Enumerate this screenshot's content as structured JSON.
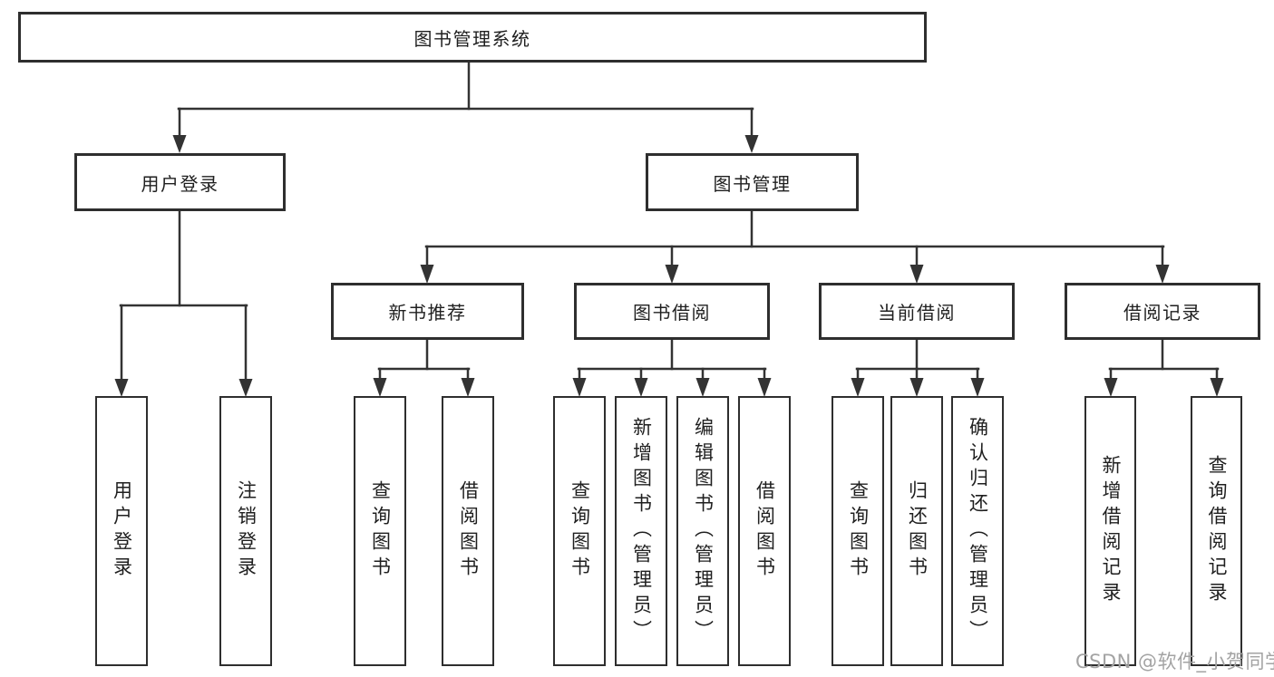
{
  "diagram_type": "hierarchy-tree",
  "nodes": {
    "root": "图书管理系统",
    "user_login": "用户登录",
    "book_management": "图书管理",
    "new_book_recommend": "新书推荐",
    "book_borrow": "图书借阅",
    "current_borrow": "当前借阅",
    "borrow_records": "借阅记录",
    "leaf_user_login": "用户登录",
    "leaf_logout": "注销登录",
    "leaf_nbr_query_books": "查询图书",
    "leaf_nbr_borrow_books": "借阅图书",
    "leaf_bb_query_books": "查询图书",
    "leaf_bb_add_books": "新增图书（管理员）",
    "leaf_bb_edit_books": "编辑图书（管理员）",
    "leaf_bb_borrow_books": "借阅图书",
    "leaf_cb_query_books": "查询图书",
    "leaf_cb_return_books": "归还图书",
    "leaf_cb_confirm_return": "确认归还（管理员）",
    "leaf_br_add_record": "新增借阅记录",
    "leaf_br_query_record": "查询借阅记录"
  },
  "watermark": "CSDN @软件_小贺同学",
  "colors": {
    "background": "#ffffff",
    "line": "#333333",
    "box_border": "#2e2e2e",
    "box_fill": "#ffffff",
    "text": "#1f1f1f",
    "watermark": "#a3a3a3"
  }
}
